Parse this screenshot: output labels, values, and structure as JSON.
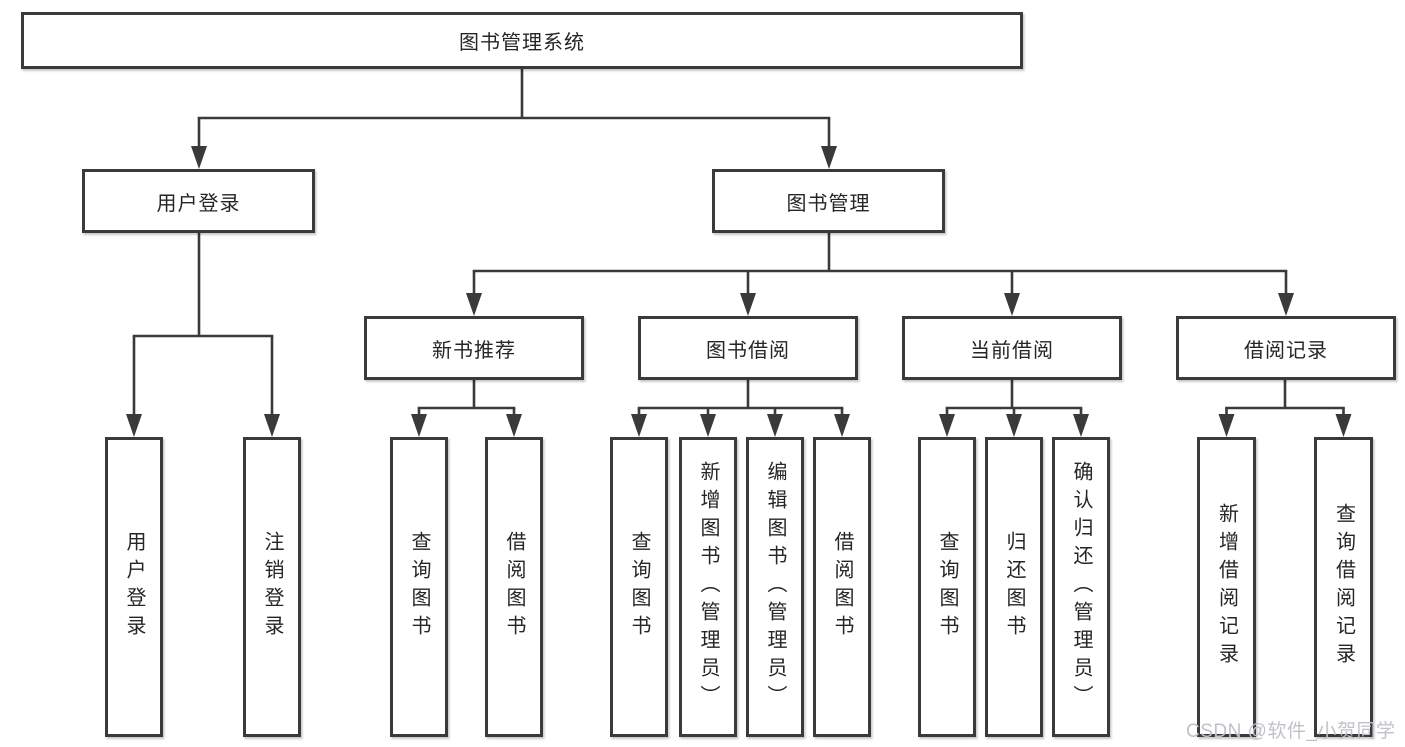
{
  "diagram": {
    "root": "图书管理系统",
    "level2": {
      "user_login": "用户登录",
      "book_mgmt": "图书管理"
    },
    "user_login_children": {
      "login": "用户登录",
      "logout": "注销登录"
    },
    "level3": {
      "new_book_rec": "新书推荐",
      "book_borrow": "图书借阅",
      "current_borrow": "当前借阅",
      "borrow_records": "借阅记录"
    },
    "new_book_rec_children": {
      "query_books": "查询图书",
      "borrow_books": "借阅图书"
    },
    "book_borrow_children": {
      "query_books": "查询图书",
      "add_books_admin": "新增图书（管理员）",
      "edit_books_admin": "编辑图书（管理员）",
      "borrow_books": "借阅图书"
    },
    "current_borrow_children": {
      "query_books": "查询图书",
      "return_books": "归还图书",
      "confirm_return_admin": "确认归还（管理员）"
    },
    "borrow_records_children": {
      "add_record": "新增借阅记录",
      "query_record": "查询借阅记录"
    }
  },
  "watermark": "CSDN @软件_小贺同学",
  "colors": {
    "line": "#3a3a3a",
    "box_border": "#3a3a3a",
    "text": "#262626",
    "background": "#ffffff",
    "watermark": "#bfc2c8"
  }
}
